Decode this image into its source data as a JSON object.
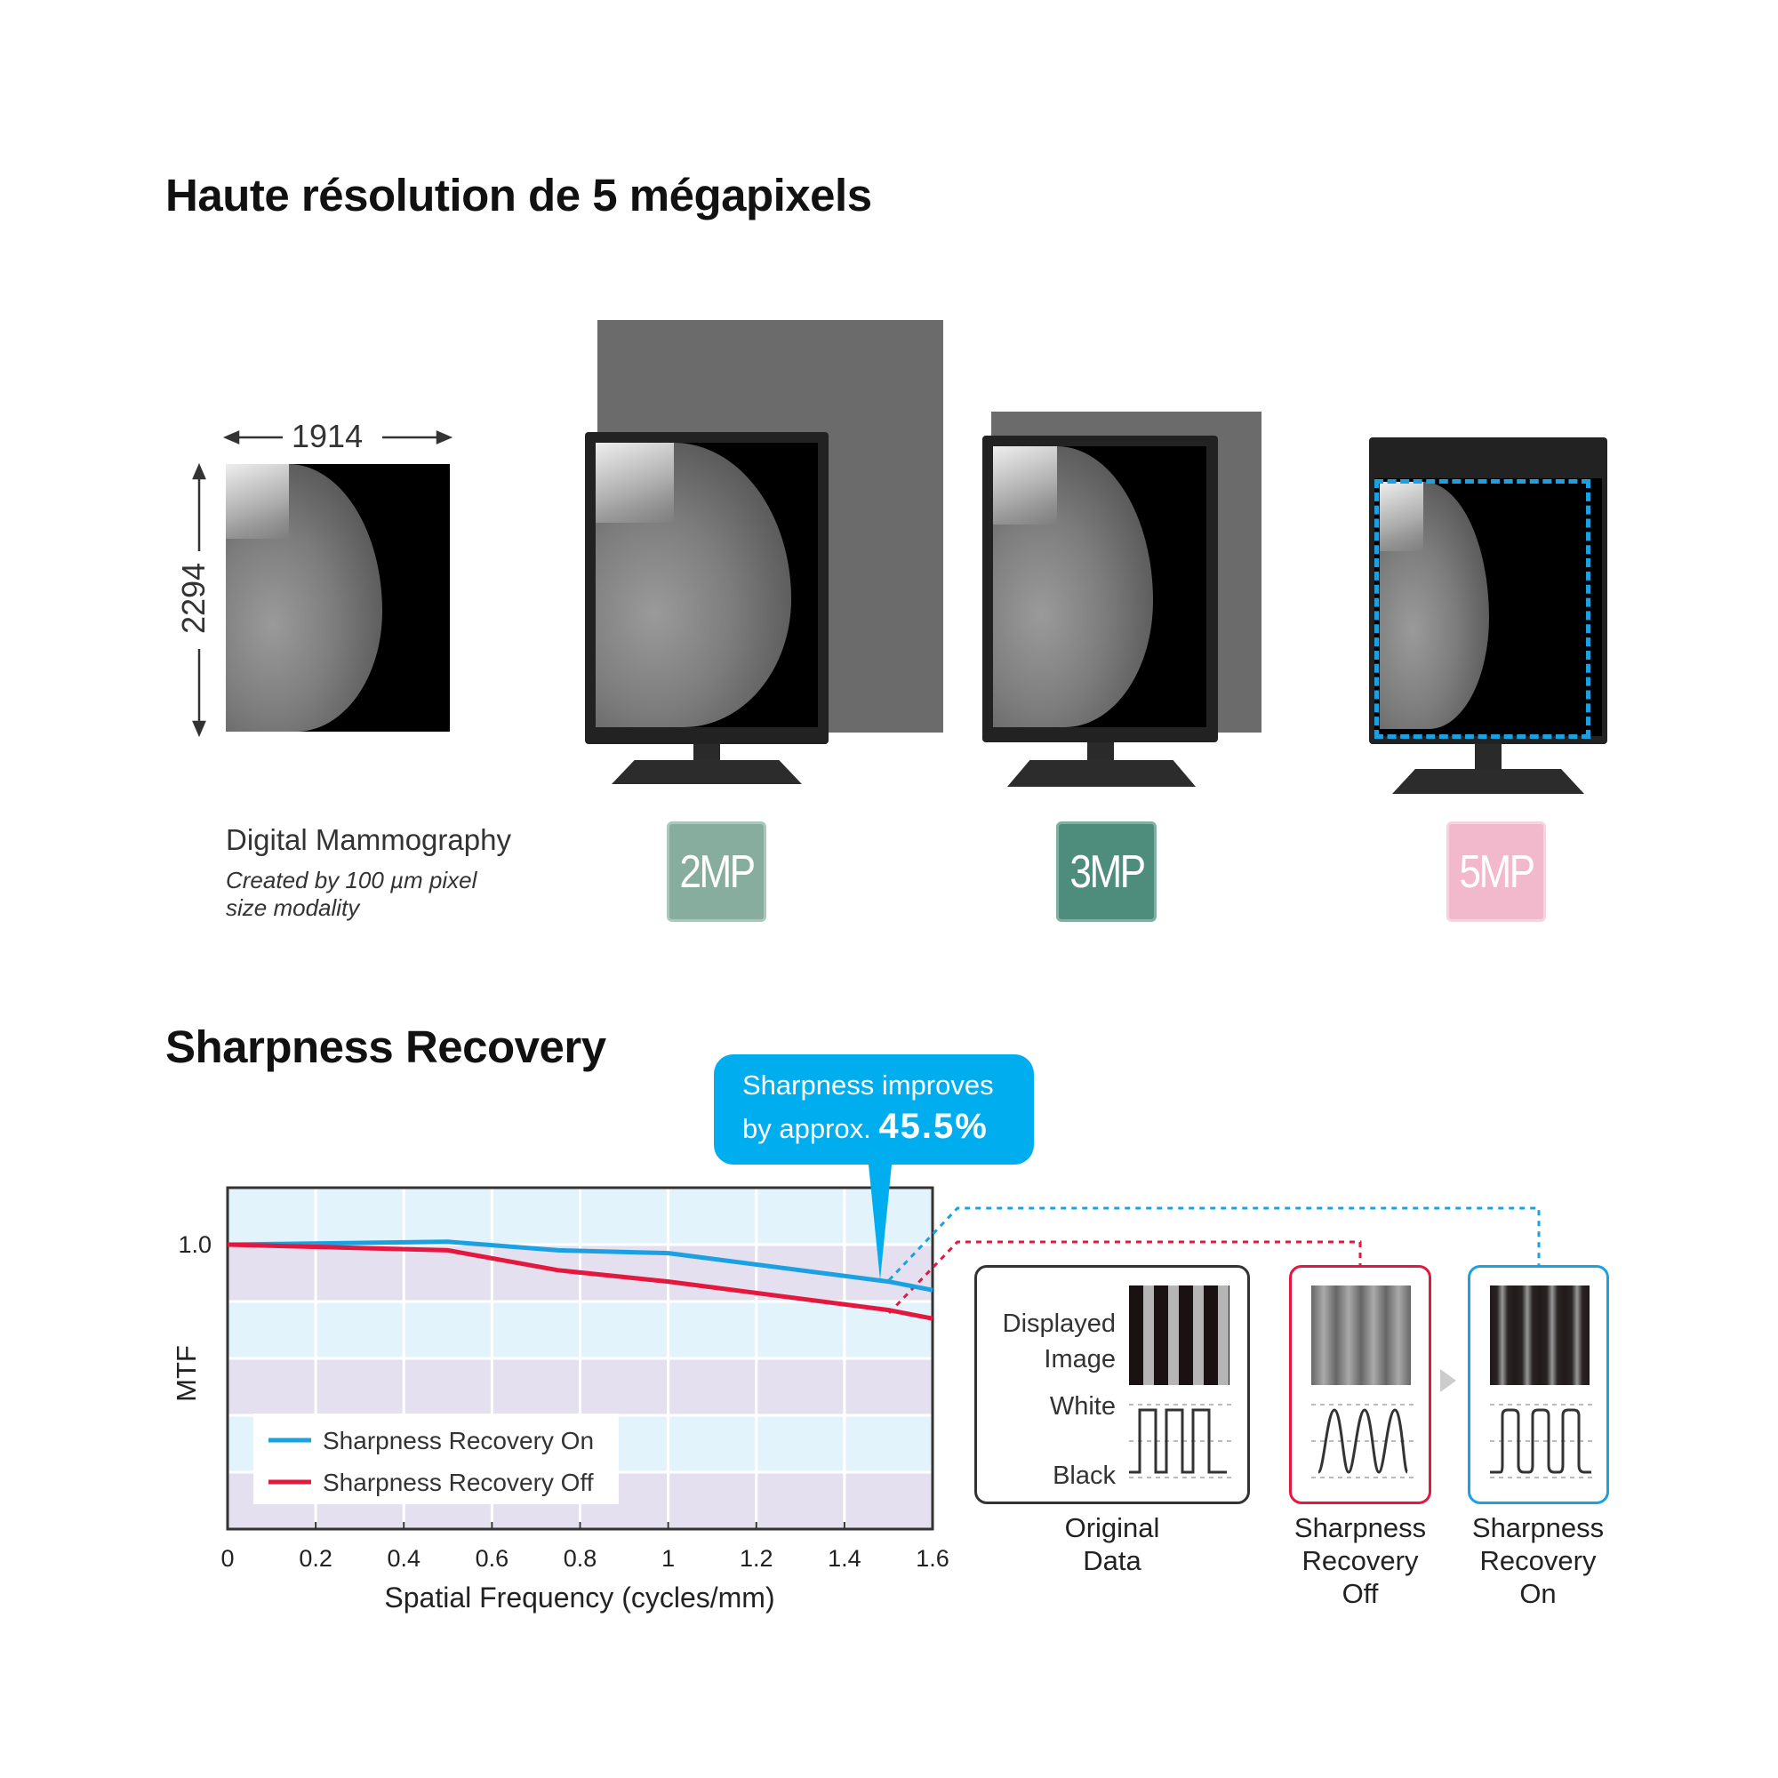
{
  "section1": {
    "title": "Haute résolution de 5 mégapixels",
    "mammo_width": "1914",
    "mammo_height": "2294",
    "modality_title": "Digital Mammography",
    "modality_note_line1": "Created by 100 µm pixel",
    "modality_note_line2": "size modality",
    "badges": [
      {
        "label": "2MP",
        "color": "#86ad9e"
      },
      {
        "label": "3MP",
        "color": "#4e8c7b"
      },
      {
        "label": "5MP",
        "color": "#f2b8cc"
      }
    ]
  },
  "section2": {
    "title": "Sharpness Recovery",
    "callout_line1": "Sharpness improves",
    "callout_prefix": "by approx.",
    "callout_value": "45.5%",
    "diagram": {
      "displayed_image_line1": "Displayed",
      "displayed_image_line2": "Image",
      "white": "White",
      "black": "Black",
      "original": [
        "Original",
        "Data"
      ],
      "off": [
        "Sharpness",
        "Recovery",
        "Off"
      ],
      "on": [
        "Sharpness",
        "Recovery",
        "On"
      ]
    }
  },
  "chart_data": {
    "type": "line",
    "title": "",
    "xlabel": "Spatial Frequency (cycles/mm)",
    "ylabel": "MTF",
    "xlim": [
      0,
      1.6
    ],
    "ylim": [
      0,
      1.2
    ],
    "x_ticks": [
      "0",
      "0.2",
      "0.4",
      "0.6",
      "0.8",
      "1",
      "1.2",
      "1.4",
      "1.6"
    ],
    "y_ticks": [
      "1.0"
    ],
    "grid": true,
    "legend_position": "bottom-left",
    "series": [
      {
        "name": "Sharpness Recovery On",
        "color": "#1ba1e2",
        "x": [
          0,
          0.5,
          0.75,
          1.0,
          1.5,
          1.6
        ],
        "y": [
          1.0,
          1.01,
          0.98,
          0.97,
          0.87,
          0.84
        ]
      },
      {
        "name": "Sharpness Recovery Off",
        "color": "#e4173e",
        "x": [
          0,
          0.5,
          0.75,
          1.0,
          1.5,
          1.6
        ],
        "y": [
          1.0,
          0.98,
          0.91,
          0.87,
          0.77,
          0.74
        ]
      }
    ]
  }
}
